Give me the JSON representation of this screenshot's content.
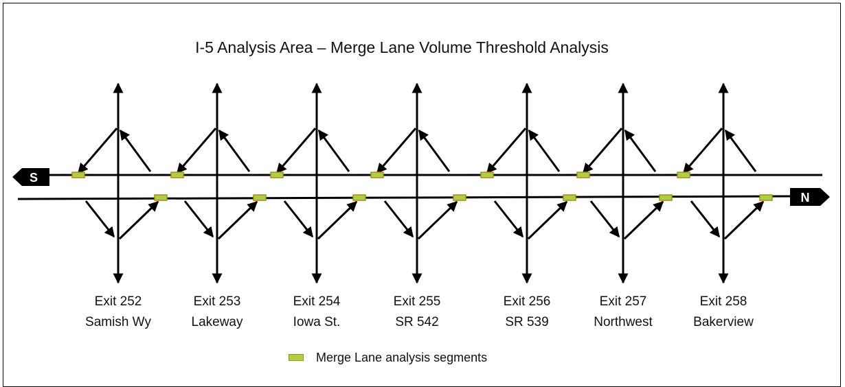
{
  "title": "I-5 Analysis Area – Merge Lane Volume Threshold Analysis",
  "direction_labels": {
    "south": "S",
    "north": "N"
  },
  "exits": [
    {
      "number": "Exit 252",
      "name": "Samish Wy"
    },
    {
      "number": "Exit 253",
      "name": "Lakeway"
    },
    {
      "number": "Exit 254",
      "name": "Iowa St."
    },
    {
      "number": "Exit 255",
      "name": "SR 542"
    },
    {
      "number": "Exit 256",
      "name": "SR 539"
    },
    {
      "number": "Exit 257",
      "name": "Northwest"
    },
    {
      "number": "Exit 258",
      "name": "Bakerview"
    }
  ],
  "legend": {
    "label": "Merge Lane analysis segments"
  },
  "colors": {
    "segment_fill": "#a8d14a",
    "segment_border": "#b8860b",
    "line": "#000000"
  }
}
